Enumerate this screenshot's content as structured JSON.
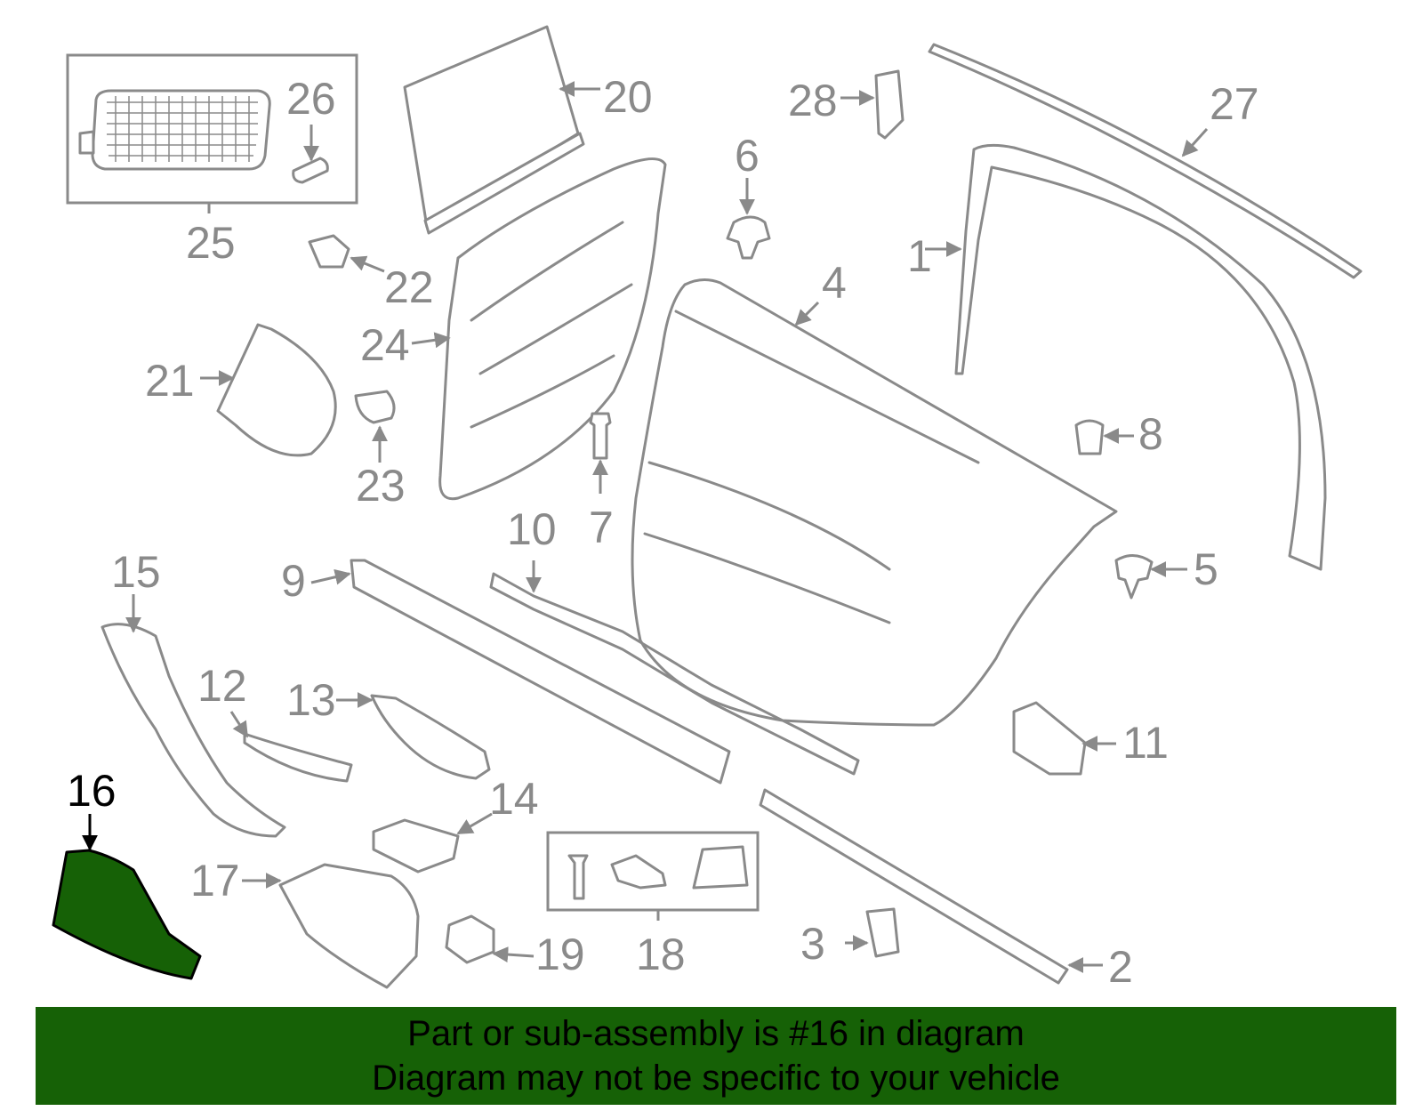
{
  "diagram": {
    "highlighted_part": "16",
    "highlight_color": "#166106",
    "line_color": "#8a8a8a",
    "callouts": [
      "1",
      "2",
      "3",
      "4",
      "5",
      "6",
      "7",
      "8",
      "9",
      "10",
      "11",
      "12",
      "13",
      "14",
      "15",
      "16",
      "17",
      "18",
      "19",
      "20",
      "21",
      "22",
      "23",
      "24",
      "25",
      "26",
      "27",
      "28"
    ]
  },
  "banner": {
    "line1": "Part or sub-assembly is #16 in diagram",
    "line2": "Diagram may not be specific to your vehicle",
    "background": "#166106"
  }
}
